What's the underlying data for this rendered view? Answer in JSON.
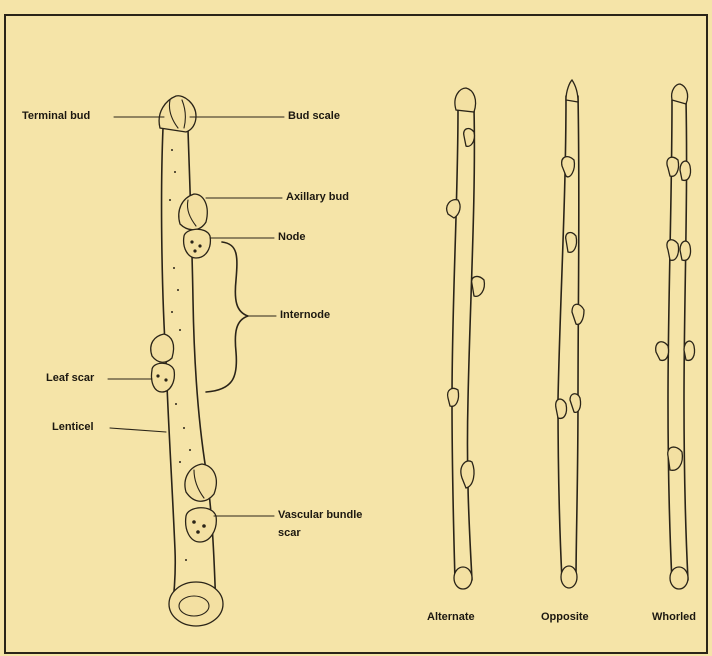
{
  "labels": {
    "terminal_bud": "Terminal bud",
    "bud_scale": "Bud scale",
    "axillary_bud": "Axillary bud",
    "node": "Node",
    "internode": "Internode",
    "leaf_scar": "Leaf scar",
    "lenticel": "Lenticel",
    "vascular_bundle_scar_line1": "Vascular bundle",
    "vascular_bundle_scar_line2": "scar"
  },
  "arrangements": {
    "alternate": "Alternate",
    "opposite": "Opposite",
    "whorled": "Whorled"
  },
  "colors": {
    "paper": "#f5e4a8",
    "ink": "#2a2418"
  }
}
